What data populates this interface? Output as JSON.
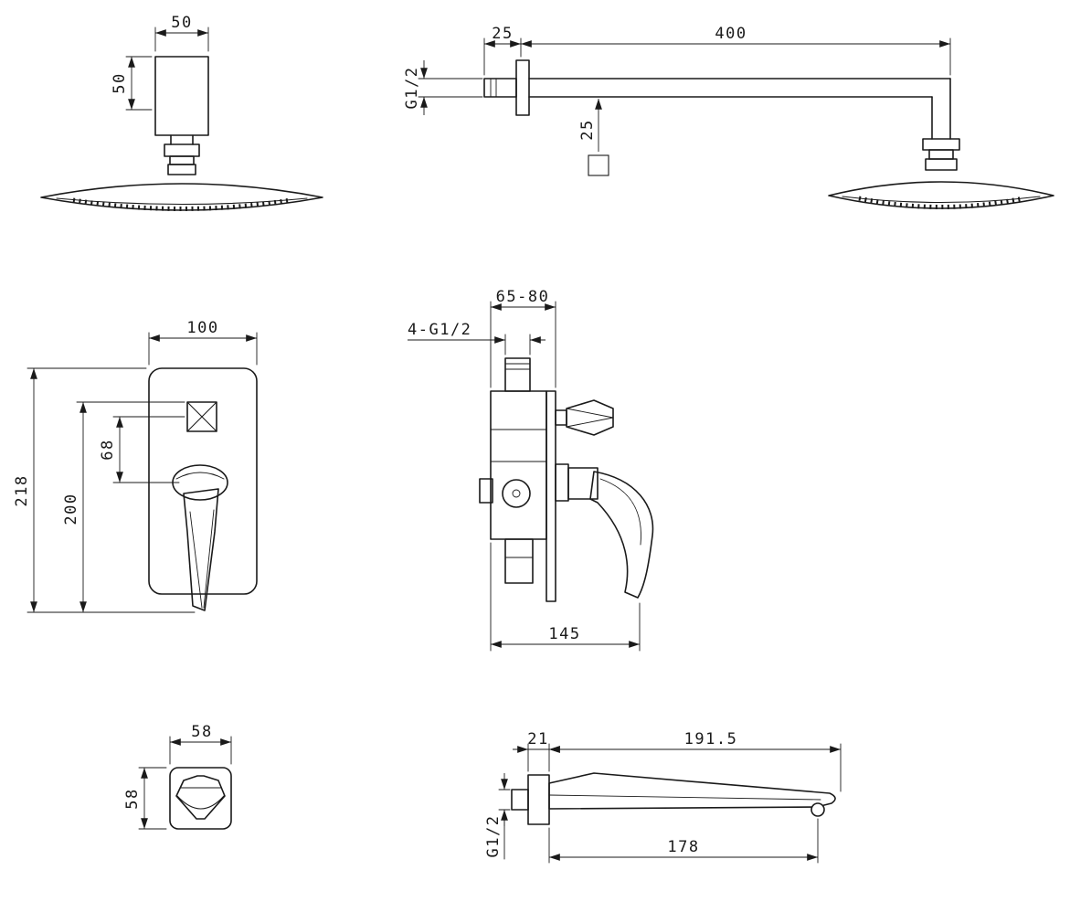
{
  "colors": {
    "line": "#1a1a1a",
    "background": "#ffffff"
  },
  "views": {
    "shower_head_front": {
      "width": "50",
      "height": "50"
    },
    "shower_arm_side": {
      "wall_offset": "25",
      "arm_length": "400",
      "inlet_thread": "G1/2",
      "arm_square_size": "25"
    },
    "mixer_front": {
      "plate_width": "100",
      "overall_height": "218",
      "plate_height": "200",
      "handle_spacing": "68"
    },
    "mixer_side": {
      "mounting_depth": "65-80",
      "ports_thread": "4-G1/2",
      "overall_depth": "145"
    },
    "handle_top": {
      "width": "58",
      "depth": "58"
    },
    "spout_side": {
      "wall_plate": "21",
      "overall_length": "191.5",
      "spout_reach": "178",
      "inlet_thread": "G1/2"
    }
  }
}
